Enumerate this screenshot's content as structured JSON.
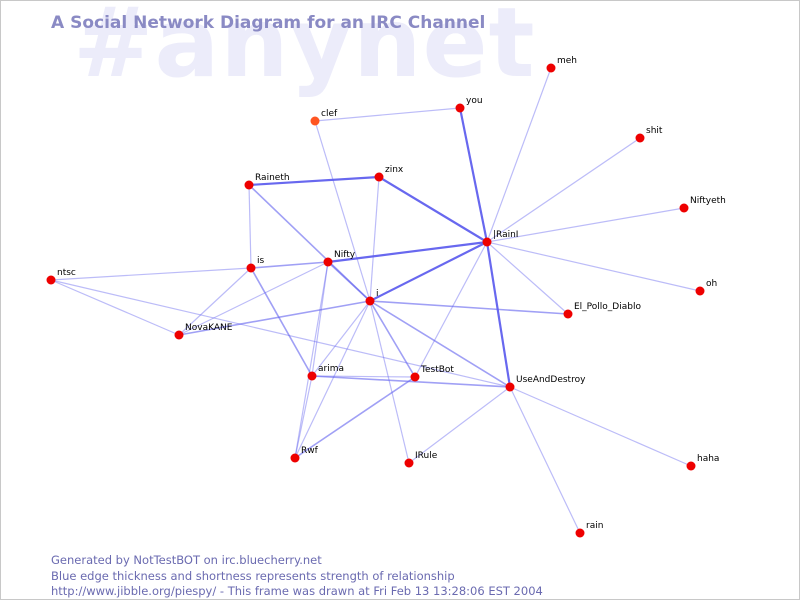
{
  "watermark": "#anynet",
  "title": "A Social Network Diagram for an IRC Channel",
  "footer": {
    "line1": "Generated by NotTestBOT on irc.bluecherry.net",
    "line2": "Blue edge thickness and shortness represents strength of relationship",
    "line3": "http://www.jibble.org/piespy/ - This frame was drawn at Fri Feb 13 13:28:06 EST 2004"
  },
  "colors": {
    "node": "#ee0000",
    "node_faded": "#ff5522",
    "edge": "#6060ee",
    "text_blue": "#6a6ab0"
  },
  "nodes": [
    {
      "id": "meh",
      "label": "meh"
    },
    {
      "id": "you",
      "label": "you"
    },
    {
      "id": "clef",
      "label": "clef",
      "faded": true
    },
    {
      "id": "shit",
      "label": "shit"
    },
    {
      "id": "zinx",
      "label": "zinx"
    },
    {
      "id": "Raineth",
      "label": "Raineth"
    },
    {
      "id": "Niftyeth",
      "label": "Niftyeth"
    },
    {
      "id": "IRainI",
      "label": "|RainI"
    },
    {
      "id": "Nifty",
      "label": "Nifty"
    },
    {
      "id": "is",
      "label": "is"
    },
    {
      "id": "ntsc",
      "label": "ntsc"
    },
    {
      "id": "oh",
      "label": "oh"
    },
    {
      "id": "i",
      "label": "i"
    },
    {
      "id": "El_Pollo_Diablo",
      "label": "El_Pollo_Diablo"
    },
    {
      "id": "NovaKANE",
      "label": "NovaKANE"
    },
    {
      "id": "arima",
      "label": "arima"
    },
    {
      "id": "TestBot",
      "label": "TestBot"
    },
    {
      "id": "UseAndDestroy",
      "label": "UseAndDestroy"
    },
    {
      "id": "Rwf",
      "label": "Rwf"
    },
    {
      "id": "IRule",
      "label": "IRule"
    },
    {
      "id": "haha",
      "label": "haha"
    },
    {
      "id": "rain",
      "label": "rain"
    }
  ],
  "edges": [
    {
      "source": "you",
      "target": "clef",
      "strength": 1
    },
    {
      "source": "you",
      "target": "IRainI",
      "strength": 3
    },
    {
      "source": "meh",
      "target": "IRainI",
      "strength": 1
    },
    {
      "source": "shit",
      "target": "IRainI",
      "strength": 1
    },
    {
      "source": "Niftyeth",
      "target": "IRainI",
      "strength": 1
    },
    {
      "source": "oh",
      "target": "IRainI",
      "strength": 1
    },
    {
      "source": "El_Pollo_Diablo",
      "target": "IRainI",
      "strength": 1
    },
    {
      "source": "zinx",
      "target": "IRainI",
      "strength": 3
    },
    {
      "source": "Raineth",
      "target": "zinx",
      "strength": 3
    },
    {
      "source": "Nifty",
      "target": "IRainI",
      "strength": 3
    },
    {
      "source": "i",
      "target": "IRainI",
      "strength": 3
    },
    {
      "source": "IRainI",
      "target": "UseAndDestroy",
      "strength": 3
    },
    {
      "source": "IRainI",
      "target": "TestBot",
      "strength": 1
    },
    {
      "source": "clef",
      "target": "i",
      "strength": 1
    },
    {
      "source": "zinx",
      "target": "i",
      "strength": 1
    },
    {
      "source": "Raineth",
      "target": "is",
      "strength": 1
    },
    {
      "source": "Raineth",
      "target": "i",
      "strength": 2
    },
    {
      "source": "Nifty",
      "target": "i",
      "strength": 2
    },
    {
      "source": "Nifty",
      "target": "is",
      "strength": 2
    },
    {
      "source": "Nifty",
      "target": "NovaKANE",
      "strength": 1
    },
    {
      "source": "Nifty",
      "target": "arima",
      "strength": 1
    },
    {
      "source": "Nifty",
      "target": "Rwf",
      "strength": 1
    },
    {
      "source": "is",
      "target": "ntsc",
      "strength": 1
    },
    {
      "source": "is",
      "target": "NovaKANE",
      "strength": 1
    },
    {
      "source": "is",
      "target": "arima",
      "strength": 2
    },
    {
      "source": "ntsc",
      "target": "NovaKANE",
      "strength": 1
    },
    {
      "source": "ntsc",
      "target": "UseAndDestroy",
      "strength": 1
    },
    {
      "source": "i",
      "target": "NovaKANE",
      "strength": 2
    },
    {
      "source": "i",
      "target": "El_Pollo_Diablo",
      "strength": 2
    },
    {
      "source": "i",
      "target": "arima",
      "strength": 1
    },
    {
      "source": "i",
      "target": "TestBot",
      "strength": 2
    },
    {
      "source": "i",
      "target": "UseAndDestroy",
      "strength": 2
    },
    {
      "source": "i",
      "target": "IRule",
      "strength": 1
    },
    {
      "source": "i",
      "target": "Rwf",
      "strength": 1
    },
    {
      "source": "arima",
      "target": "UseAndDestroy",
      "strength": 2
    },
    {
      "source": "arima",
      "target": "TestBot",
      "strength": 1
    },
    {
      "source": "arima",
      "target": "Rwf",
      "strength": 1
    },
    {
      "source": "TestBot",
      "target": "Rwf",
      "strength": 2
    },
    {
      "source": "UseAndDestroy",
      "target": "IRule",
      "strength": 1
    },
    {
      "source": "UseAndDestroy",
      "target": "haha",
      "strength": 1
    },
    {
      "source": "UseAndDestroy",
      "target": "rain",
      "strength": 1
    }
  ]
}
